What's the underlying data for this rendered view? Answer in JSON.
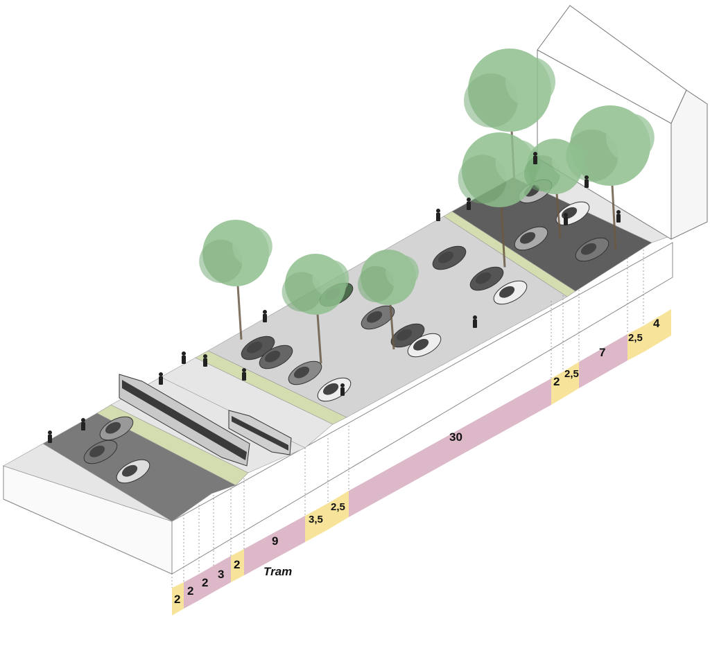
{
  "colors": {
    "sidewalk": "#e6e6e6",
    "road": "#7a7a7a",
    "road_dark": "#5e5e5e",
    "plaza": "#d4d4d4",
    "green_strip": "#d3ddb0",
    "tree": "#8fbf8f",
    "tree_dark": "#6fa66f",
    "building": "#ffffff",
    "band_yellow": "#f7e49a",
    "band_pink": "#dcb8c8",
    "outline": "#777777"
  },
  "dimensions": {
    "d1": "2",
    "d2": "2",
    "d3": "2",
    "d4": "3",
    "d5": "2",
    "d6": "9",
    "d7": "3,5",
    "d8": "2,5",
    "d9": "30",
    "d10": "2",
    "d11": "2,5",
    "d12": "7",
    "d13": "2,5",
    "d14": "4"
  },
  "tram_label": "Tram"
}
